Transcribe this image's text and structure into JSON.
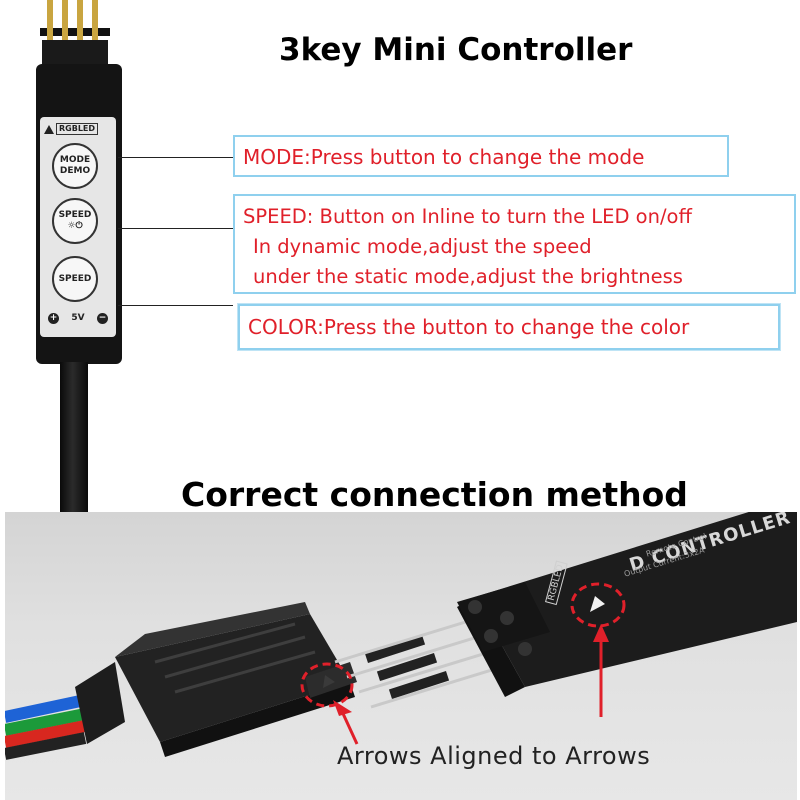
{
  "top_title": "3key Mini Controller",
  "controller": {
    "logo_text": "RGBLED",
    "buttons": [
      {
        "line1": "MODE",
        "line2": "DEMO"
      },
      {
        "line1": "SPEED",
        "line2": "☼⏻"
      },
      {
        "line1": "SPEED",
        "line2": ""
      }
    ],
    "power_label": "5V",
    "plus_label": "+",
    "minus_label": "−"
  },
  "callouts": {
    "mode": {
      "text": "MODE:Press button to change the mode"
    },
    "speed": {
      "line1": "SPEED: Button on Inline to turn the LED on/off",
      "line2": "In dynamic mode,adjust the speed",
      "line3": "under the static mode,adjust the brightness"
    },
    "color": {
      "text": "COLOR:Press the button to change the color"
    }
  },
  "bottom_title": "Correct connection method",
  "photo": {
    "strip_text": "D CONTROLLER",
    "strip_small_1": "Remote Control",
    "strip_small_2": "Output Current:3x2A",
    "strip_logo": "RGBLED",
    "caption": "Arrows Aligned to Arrows"
  },
  "colors": {
    "callout_text": "#e0202a",
    "callout_border": "#8fd0ee",
    "marker": "#e0202a"
  }
}
